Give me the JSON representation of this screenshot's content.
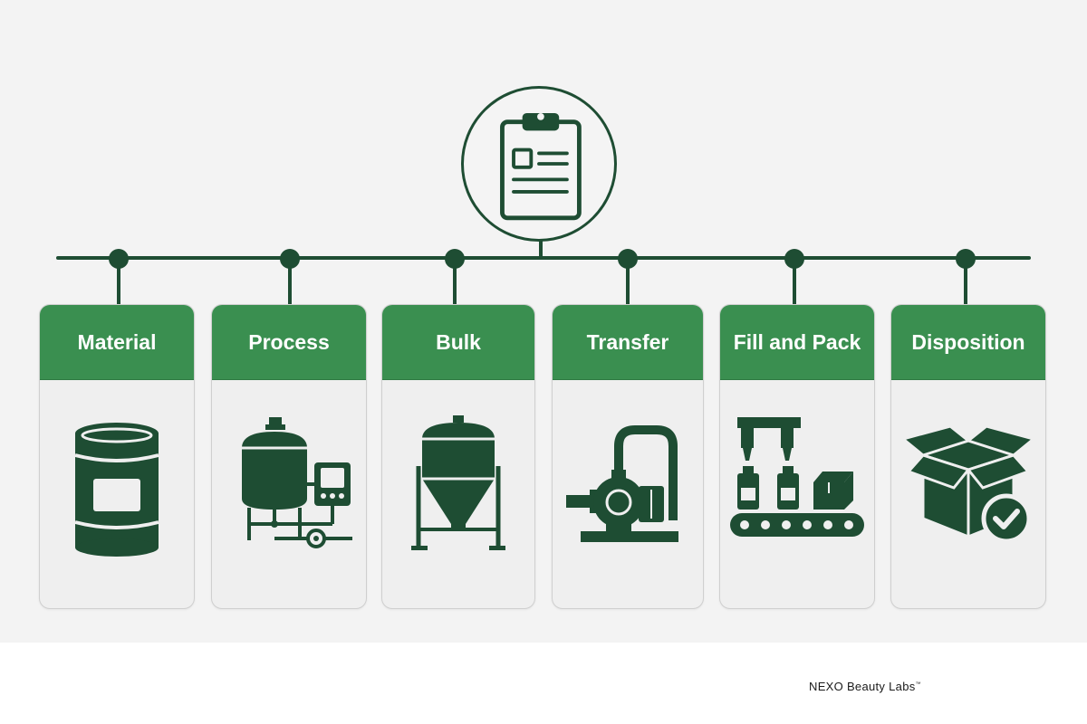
{
  "colors": {
    "accent": "#3a8f50",
    "icon": "#1e4d33",
    "card_background": "#efefef",
    "panel_background": "#f3f3f3"
  },
  "hub": {
    "icon": "clipboard-icon"
  },
  "stages": [
    {
      "label": "Material",
      "icon": "barrel-icon"
    },
    {
      "label": "Process",
      "icon": "mixing-tank-icon"
    },
    {
      "label": "Bulk",
      "icon": "conical-silo-icon"
    },
    {
      "label": "Transfer",
      "icon": "pump-icon"
    },
    {
      "label": "Fill and Pack",
      "icon": "filling-line-icon"
    },
    {
      "label": "Disposition",
      "icon": "approved-box-icon"
    }
  ],
  "brand": {
    "name": "NEXO Beauty Labs",
    "mark": "™"
  }
}
